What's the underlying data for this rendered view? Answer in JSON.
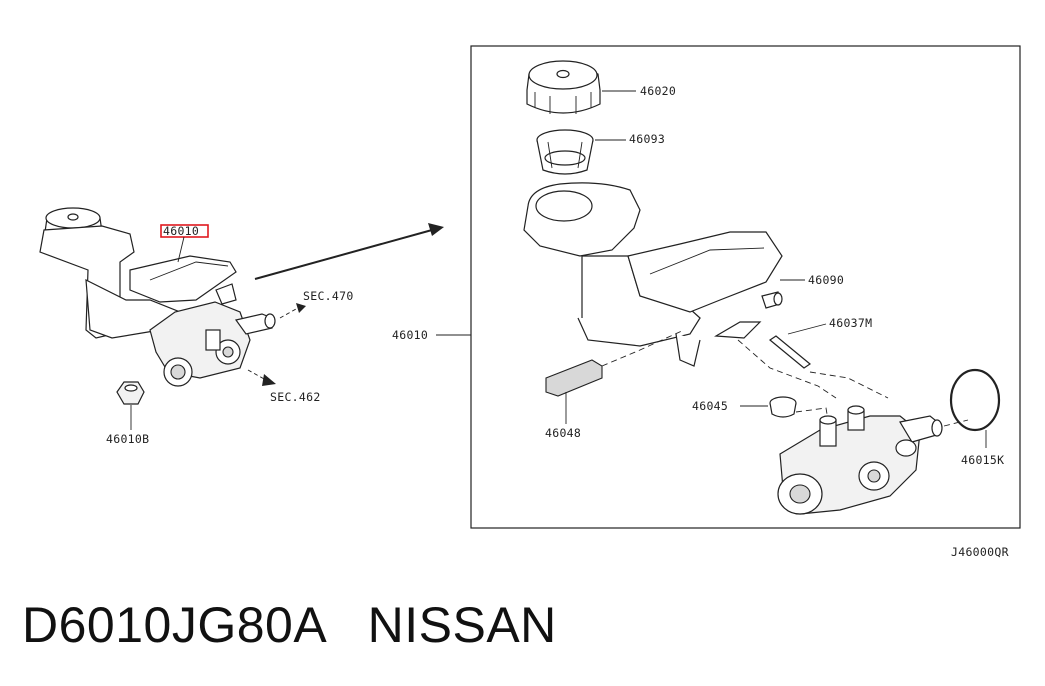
{
  "labels": {
    "main_part": "46010",
    "nut": "46010B",
    "sec_upper": "SEC.470",
    "sec_lower": "SEC.462",
    "assembly": "46010",
    "cap": "46020",
    "strainer": "46093",
    "reservoir": "46090",
    "pin": "46037M",
    "grommet": "46045",
    "seal": "46048",
    "oring": "46015K",
    "diagram_code": "J46000QR"
  },
  "footer": {
    "part_number": "D6010JG80A",
    "brand": "NISSAN"
  },
  "colors": {
    "highlight_box": "#e0191f",
    "line": "#222222"
  }
}
